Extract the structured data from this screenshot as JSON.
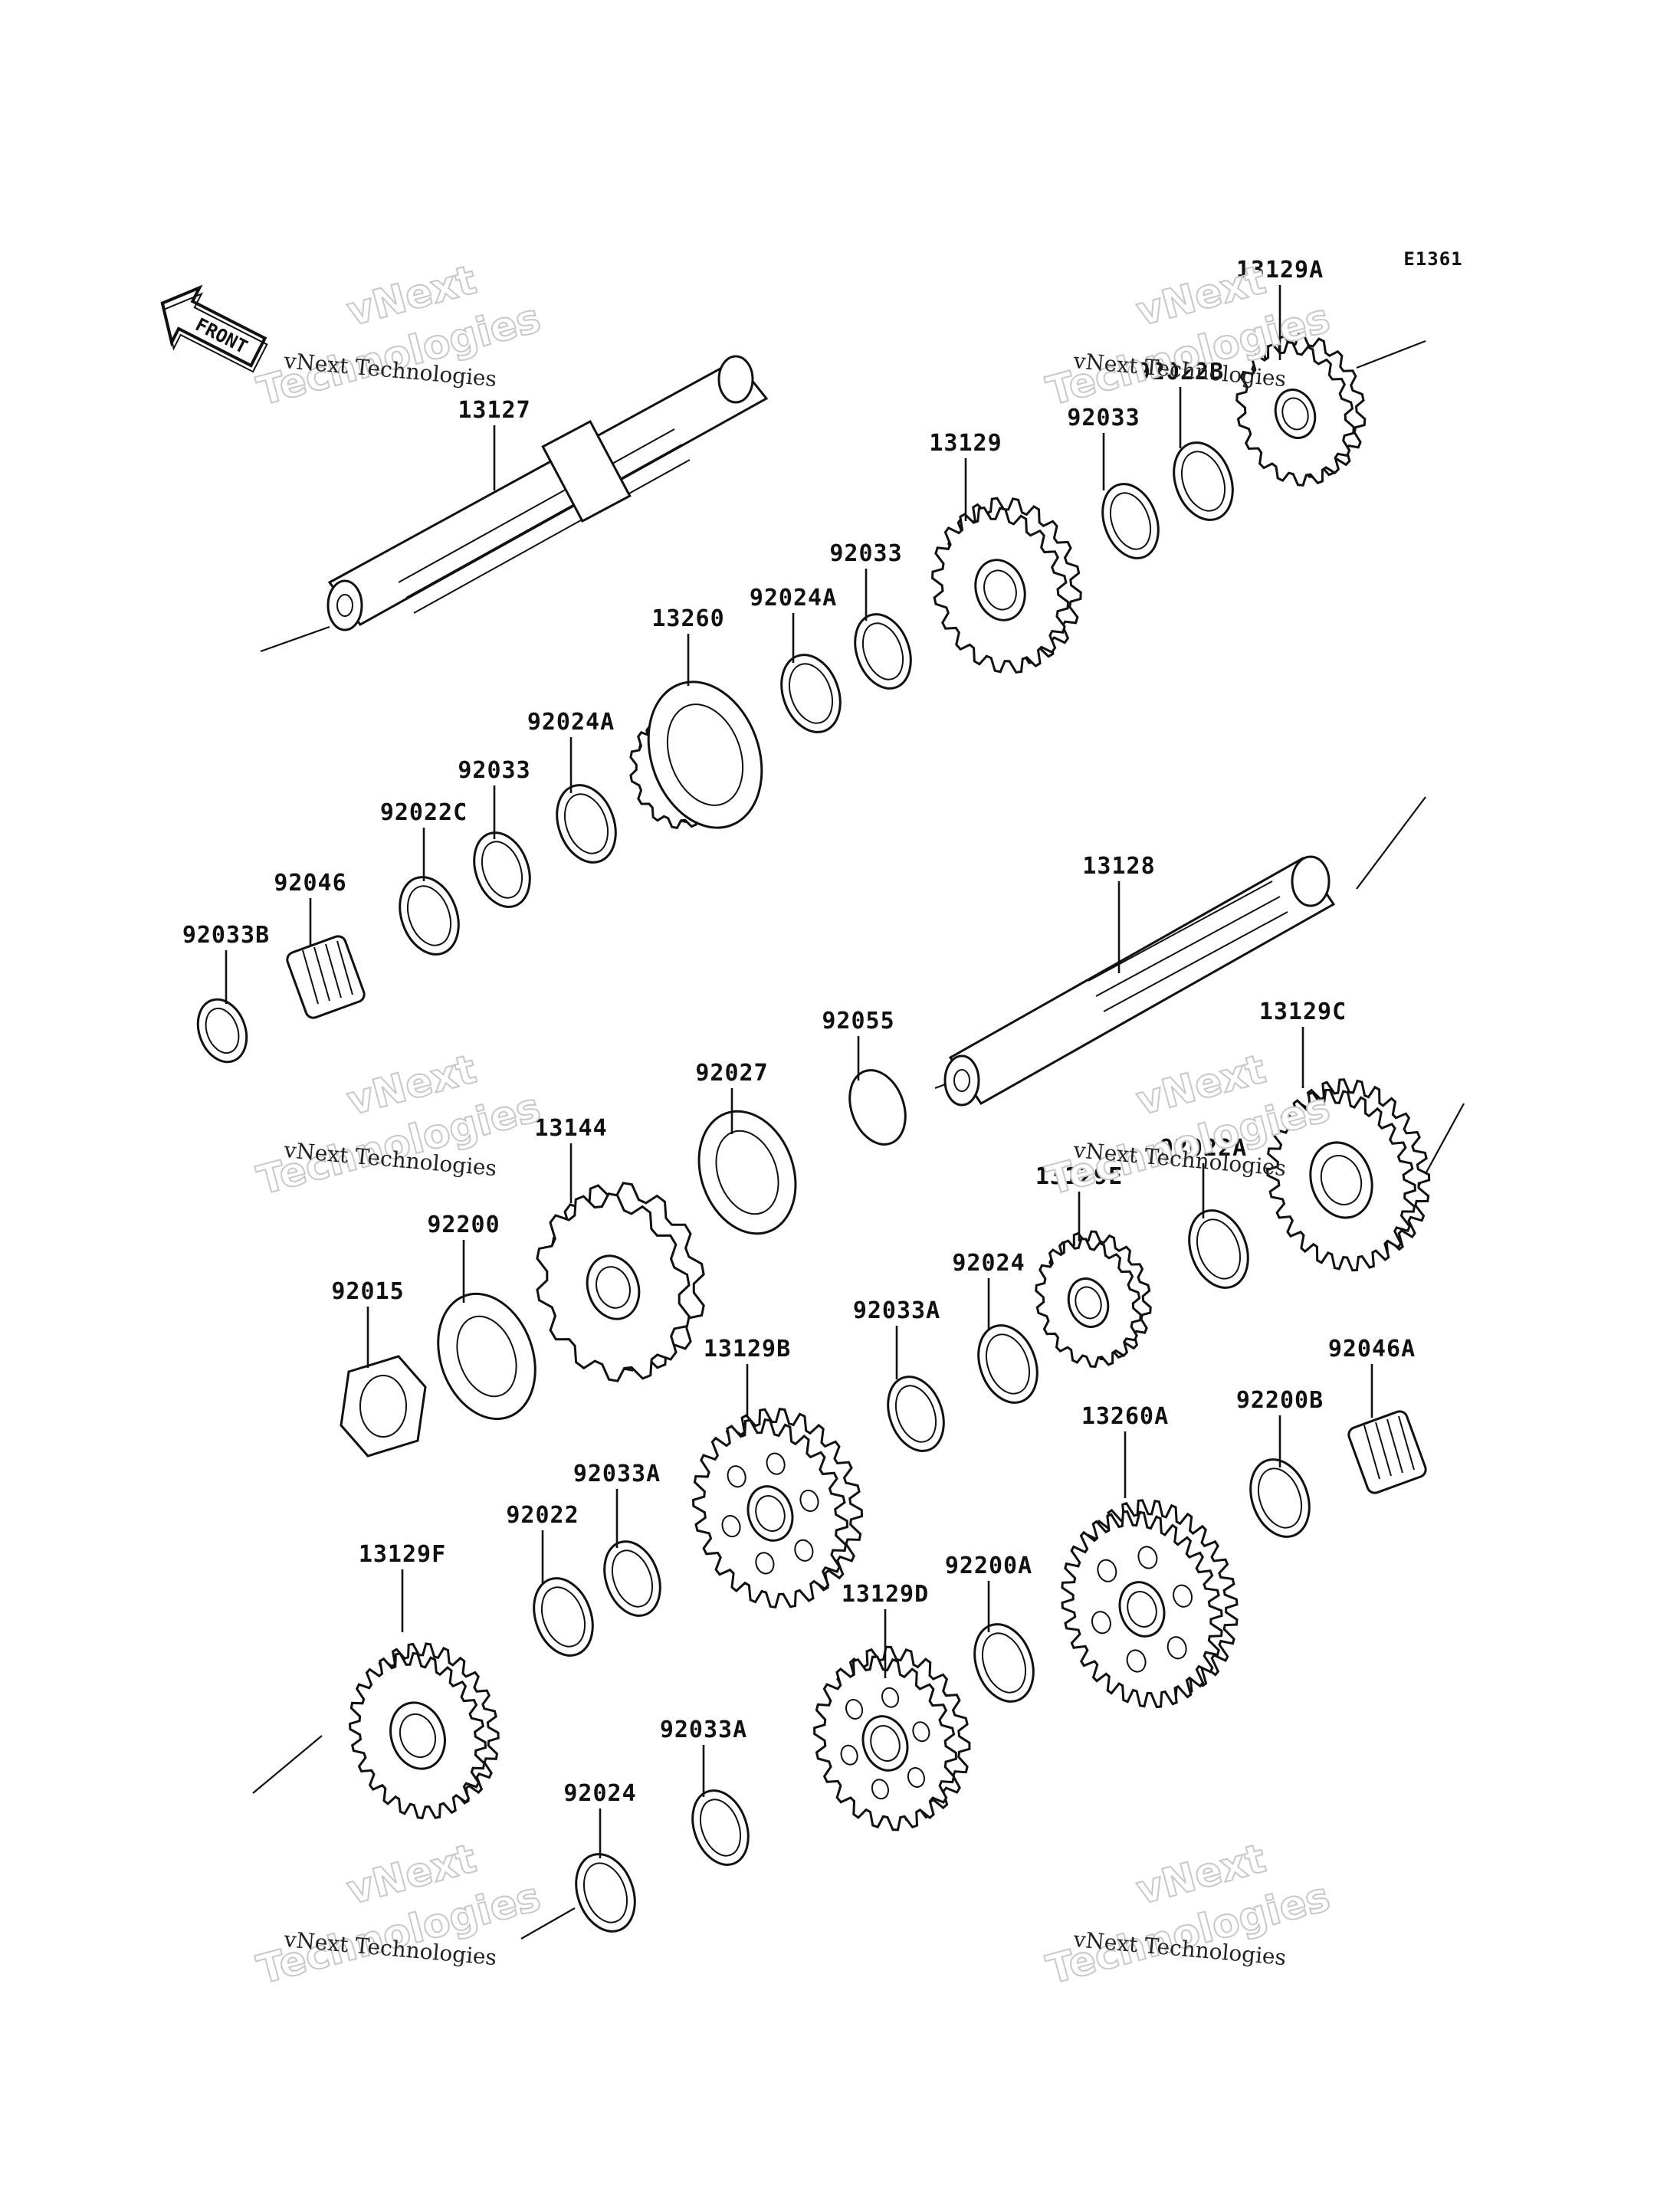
{
  "diagram_id": "E1361",
  "front_label": "FRONT",
  "watermark": {
    "brand_small": "vNext Technologies",
    "brand_line1": "vNext",
    "brand_line2": "Technologies"
  },
  "parts": [
    {
      "id": "13127"
    },
    {
      "id": "13129A"
    },
    {
      "id": "92022B"
    },
    {
      "id": "92033"
    },
    {
      "id": "13129"
    },
    {
      "id": "92033"
    },
    {
      "id": "92024A"
    },
    {
      "id": "13260"
    },
    {
      "id": "92024A"
    },
    {
      "id": "92033"
    },
    {
      "id": "92022C"
    },
    {
      "id": "92046"
    },
    {
      "id": "92033B"
    },
    {
      "id": "13128"
    },
    {
      "id": "92055"
    },
    {
      "id": "92027"
    },
    {
      "id": "13144"
    },
    {
      "id": "92200"
    },
    {
      "id": "92015"
    },
    {
      "id": "13129C"
    },
    {
      "id": "92022A"
    },
    {
      "id": "13129E"
    },
    {
      "id": "92024"
    },
    {
      "id": "92033A"
    },
    {
      "id": "13129B"
    },
    {
      "id": "92046A"
    },
    {
      "id": "92200B"
    },
    {
      "id": "13260A"
    },
    {
      "id": "92033A"
    },
    {
      "id": "92022"
    },
    {
      "id": "13129F"
    },
    {
      "id": "92200A"
    },
    {
      "id": "13129D"
    },
    {
      "id": "92033A"
    },
    {
      "id": "92024"
    }
  ]
}
